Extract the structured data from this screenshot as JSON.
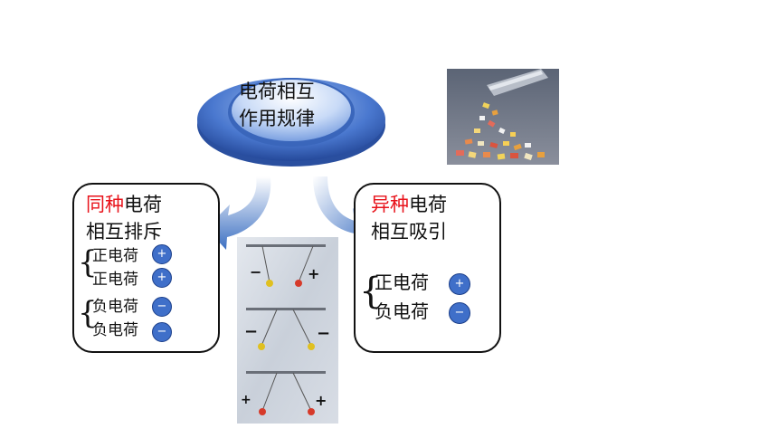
{
  "center": {
    "line1": "电荷相互",
    "line2": "作用规律"
  },
  "left_box": {
    "title_red": "同种",
    "title_black": "电荷",
    "title_line2": "相互排斥",
    "items": [
      {
        "label": "正电荷",
        "sign": "+"
      },
      {
        "label": "正电荷",
        "sign": "+"
      },
      {
        "label": "负电荷",
        "sign": "−"
      },
      {
        "label": "负电荷",
        "sign": "−"
      }
    ]
  },
  "right_box": {
    "title_red": "异种",
    "title_black": "电荷",
    "title_line2": "相互吸引",
    "items": [
      {
        "label": "正电荷",
        "sign": "+"
      },
      {
        "label": "负电荷",
        "sign": "−"
      }
    ]
  },
  "experiment_signs": {
    "row1": [
      "−",
      "+"
    ],
    "row2": [
      "−",
      "−"
    ],
    "row3": [
      "+",
      "+"
    ]
  },
  "colors": {
    "highlight": "#e8131b",
    "ball": "#3f6fc9",
    "disc": "#2f55b0",
    "arrow": "#4a7cc4"
  }
}
